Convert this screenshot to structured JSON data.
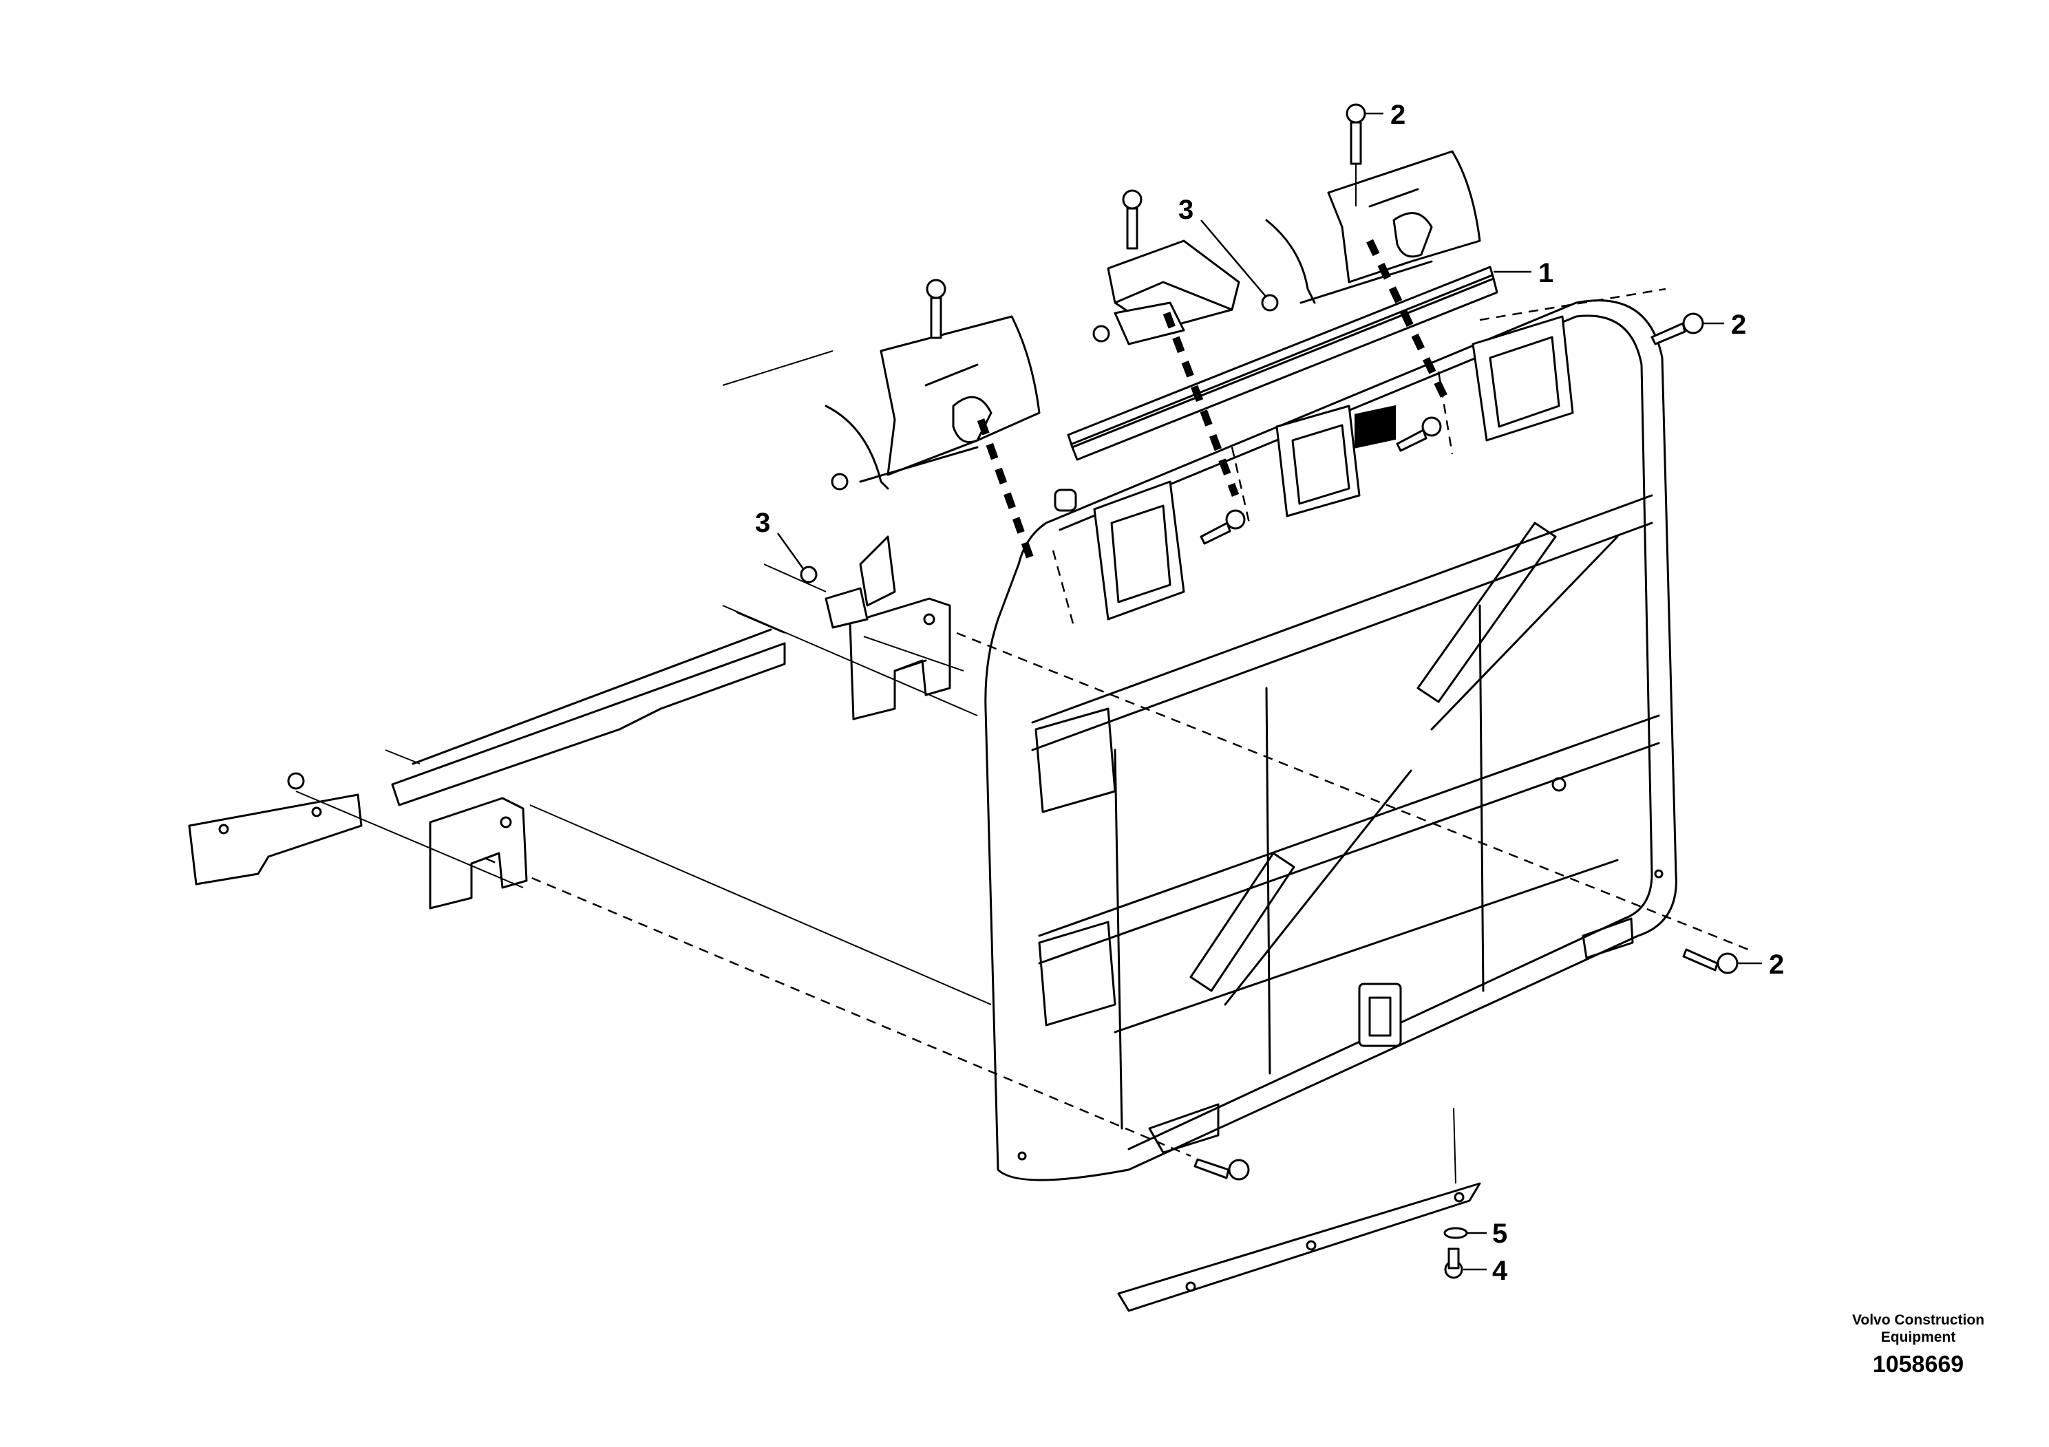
{
  "callouts": {
    "c1": "1",
    "c2a": "2",
    "c2b": "2",
    "c2c": "2",
    "c3a": "3",
    "c3b": "3",
    "c4": "4",
    "c5": "5"
  },
  "caption": {
    "company": "Volvo Construction Equipment",
    "drawing_number": "1058669"
  }
}
